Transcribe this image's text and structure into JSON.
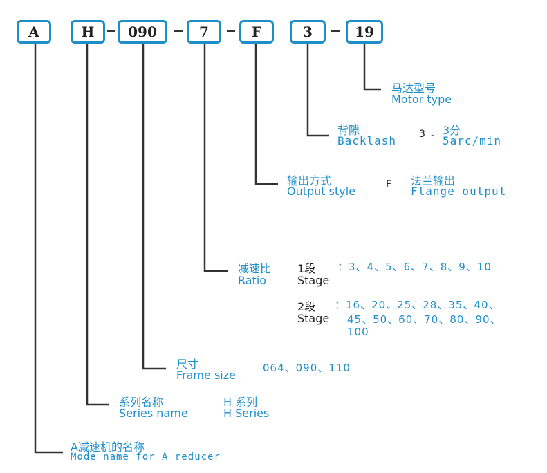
{
  "code_boxes": [
    "A",
    "H",
    "090",
    "7",
    "F",
    "3",
    "19"
  ],
  "dash": "-",
  "motor_type": {
    "zh": "马达型号",
    "en": "Motor type"
  },
  "backlash": {
    "zh": "背隙",
    "en": "Backlash",
    "code": "3",
    "sep": "-",
    "value_zh": "3分",
    "value_en": "5arc/min"
  },
  "output_style": {
    "zh": "输出方式",
    "en": "Output style",
    "code": "F",
    "value_zh": "法兰输出",
    "value_en": "Flange output"
  },
  "ratio": {
    "zh": "减速比",
    "en": "Ratio",
    "stage1": {
      "zh": "1段",
      "en": "Stage",
      "values": "：3、4、5、6、7、8、9、10"
    },
    "stage2": {
      "zh": "2段",
      "en": "Stage",
      "values_line1": "：16、20、25、28、35、40、",
      "values_line2": "45、50、60、70、80、90、",
      "values_line3": "100"
    }
  },
  "frame_size": {
    "zh": "尺寸",
    "en": "Frame size",
    "values": "064、090、110"
  },
  "series": {
    "zh": "系列名称",
    "en": "Series name",
    "value_zh": "H 系列",
    "value_en": "H Series"
  },
  "model": {
    "zh": "A减速机的名称",
    "en": "Mode name for A reducer"
  },
  "colors": {
    "accent": "#1e8ec9",
    "text": "#222222",
    "line": "#333333"
  }
}
